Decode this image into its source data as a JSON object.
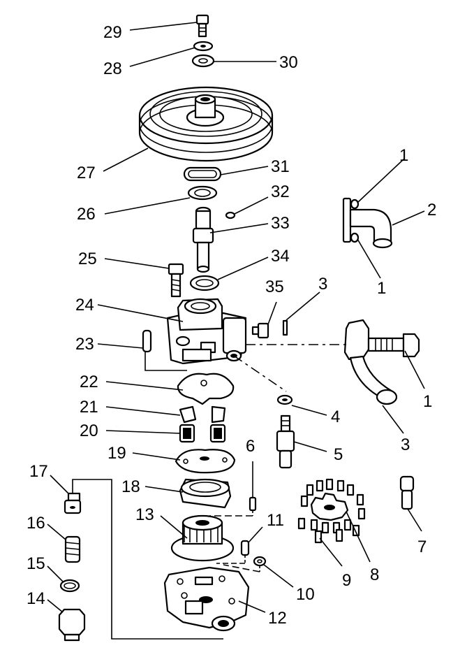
{
  "labels": {
    "l1a": "1",
    "l1b": "1",
    "l1c": "1",
    "l2": "2",
    "l3a": "3",
    "l3b": "3",
    "l4": "4",
    "l5": "5",
    "l6": "6",
    "l7": "7",
    "l8": "8",
    "l9": "9",
    "l10": "10",
    "l11": "11",
    "l12": "12",
    "l13": "13",
    "l14": "14",
    "l15": "15",
    "l16": "16",
    "l17": "17",
    "l18": "18",
    "l19": "19",
    "l20": "20",
    "l21": "21",
    "l22": "22",
    "l23": "23",
    "l24": "24",
    "l25": "25",
    "l26": "26",
    "l27": "27",
    "l28": "28",
    "l29": "29",
    "l30": "30",
    "l31": "31",
    "l32": "32",
    "l33": "33",
    "l34": "34",
    "l35": "35"
  }
}
